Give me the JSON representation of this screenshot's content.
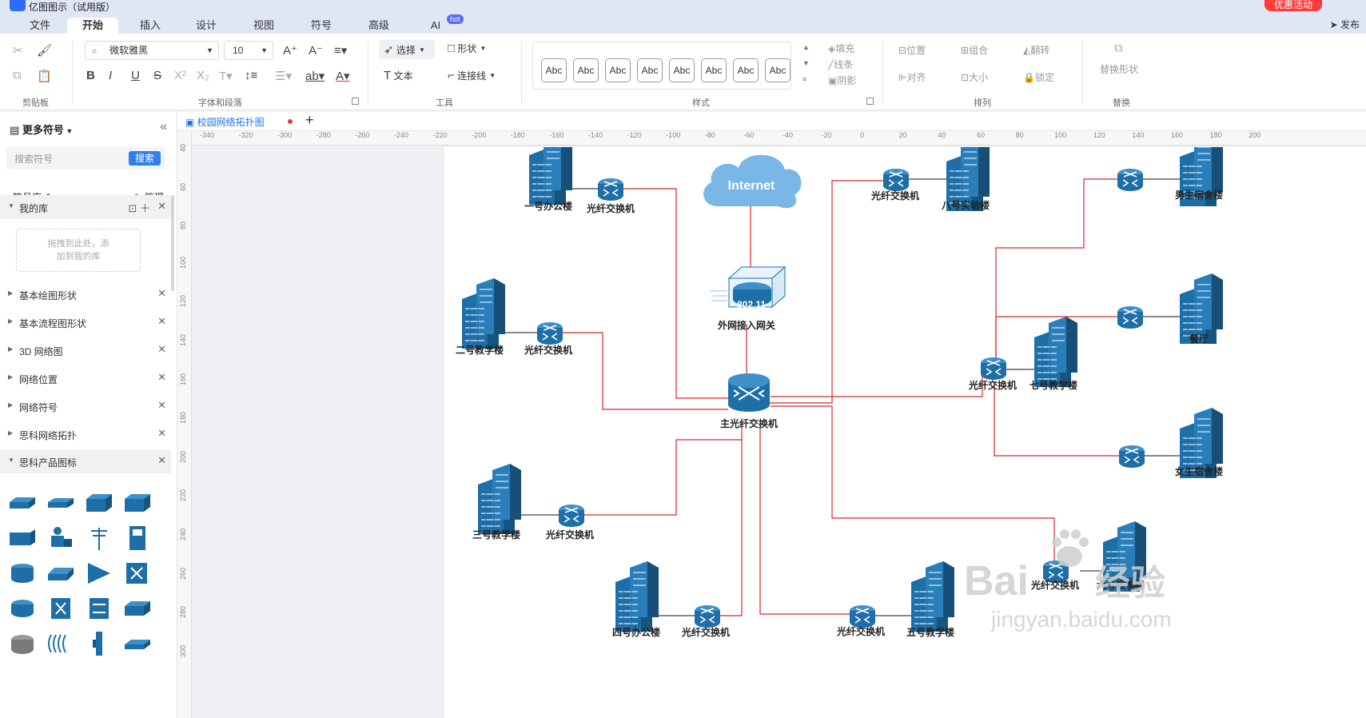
{
  "app": {
    "title": "亿图图示（试用版）",
    "promo": "优惠活动",
    "publish": "发布"
  },
  "menu": {
    "tabs": [
      "文件",
      "开始",
      "插入",
      "设计",
      "视图",
      "符号",
      "高级",
      "AI"
    ],
    "active": "开始",
    "ai_badge": "hot"
  },
  "ribbon": {
    "font_name": "微软雅黑",
    "font_size": "10",
    "select_label": "选择",
    "shape_label": "形状",
    "text_label": "文本",
    "connector_label": "连接线",
    "style_preset_label": "Abc",
    "fill_label": "填充",
    "line_label": "线条",
    "shadow_label": "阴影",
    "position_label": "位置",
    "group_label": "组合",
    "flip_label": "翻转",
    "align_label": "对齐",
    "size_label": "大小",
    "lock_label": "锁定",
    "replace_shape_label": "替换形状",
    "groups": {
      "clipboard": "剪贴板",
      "font_para": "字体和段落",
      "tools": "工具",
      "styles": "样式",
      "arrange": "排列",
      "replace": "替换"
    }
  },
  "left_panel": {
    "title": "更多符号",
    "search_placeholder": "搜索符号",
    "search_button": "搜索",
    "library_label": "符号库",
    "manage_label": "管理",
    "my_library": "我的库",
    "drop_hint_1": "拖拽到此处，添",
    "drop_hint_2": "加到我的库",
    "categories": [
      "基本绘图形状",
      "基本流程图形状",
      "3D 网络图",
      "网络位置",
      "网络符号",
      "思科网络拓扑",
      "思科产品图标"
    ]
  },
  "doc_tab": {
    "name": "校园网络拓扑图"
  },
  "ruler": {
    "h_ticks": [
      "-340",
      "-320",
      "-300",
      "-280",
      "-260",
      "-240",
      "-220",
      "-200",
      "-180",
      "-160",
      "-140",
      "-120",
      "-100",
      "-80",
      "-60",
      "-40",
      "-20",
      "0",
      "20",
      "40",
      "60",
      "80",
      "100",
      "120",
      "140",
      "160",
      "180",
      "200"
    ],
    "v_ticks": [
      "40",
      "60",
      "80",
      "100",
      "120",
      "140",
      "160",
      "180",
      "200",
      "220",
      "240",
      "260",
      "280",
      "300"
    ]
  },
  "diagram": {
    "cloud_label": "Internet",
    "gateway_badge": "802.11",
    "gateway": "外网接入网关",
    "core_switch": "主光纤交换机",
    "switch_label": "光纤交换机",
    "buildings": {
      "b1": "一号办公楼",
      "b2": "二号教学楼",
      "b3": "三号教学楼",
      "b4": "四号办公楼",
      "b5": "五号教学楼",
      "b6": "六号教学楼",
      "b7": "七号教学楼",
      "b8": "八号实验楼",
      "male_dorm": "男生宿舍楼",
      "canteen": "餐厅",
      "female_dorm": "女生宿舍楼"
    },
    "link_color": "#d9262c",
    "device_color": "#1e6fa8"
  },
  "watermark": {
    "brand": "Bai",
    "suffix": "经验",
    "url": "jingyan.baidu.com"
  }
}
